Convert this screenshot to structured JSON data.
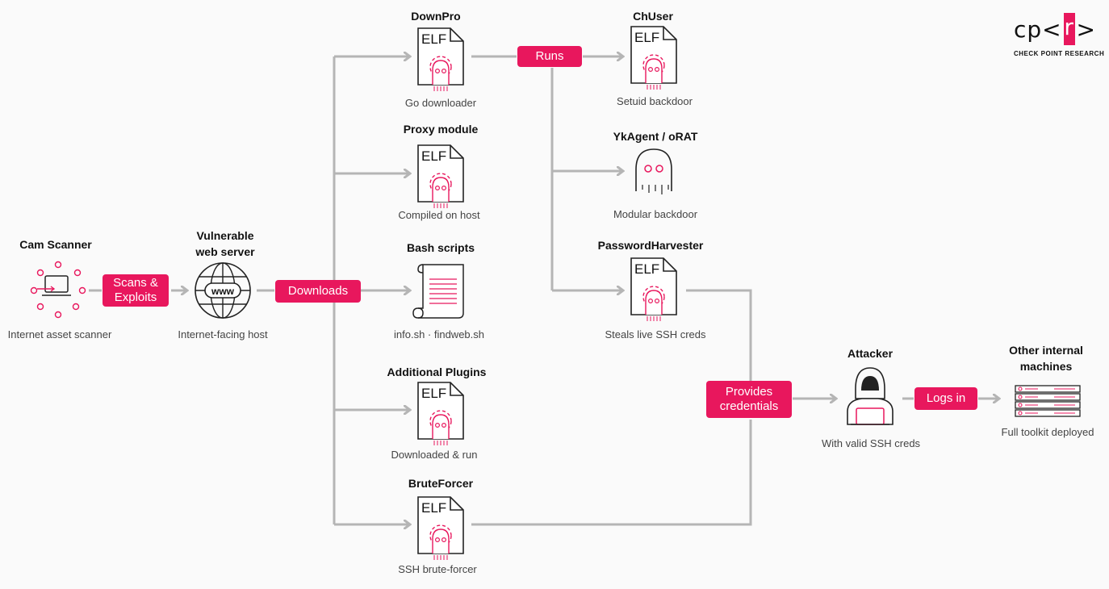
{
  "colors": {
    "accent": "#e8175d",
    "arrow": "#b5b5b5",
    "line": "#222222"
  },
  "logo": {
    "mark_left": "cp<",
    "mark_mid": "r",
    "mark_right": ">",
    "subtitle": "CHECK POINT RESEARCH"
  },
  "nodes": {
    "cam_scanner": {
      "title": "Cam Scanner",
      "caption": "Internet asset scanner",
      "icon": "laptop-scanner-icon"
    },
    "web_server": {
      "title_line1": "Vulnerable",
      "title_line2": "web server",
      "caption": "Internet-facing host",
      "icon": "www-globe-icon",
      "icon_text": "www"
    },
    "downpro": {
      "title": "DownPro",
      "caption": "Go downloader",
      "icon": "elf-file-icon",
      "icon_text": "ELF"
    },
    "proxy": {
      "title": "Proxy module",
      "caption": "Compiled on host",
      "icon": "elf-file-icon",
      "icon_text": "ELF"
    },
    "bash": {
      "title": "Bash scripts",
      "caption": "info.sh · findweb.sh",
      "icon": "script-scroll-icon"
    },
    "plugins": {
      "title": "Additional Plugins",
      "caption": "Downloaded & run",
      "icon": "elf-file-icon",
      "icon_text": "ELF"
    },
    "bruteforcer": {
      "title": "BruteForcer",
      "caption": "SSH brute-forcer",
      "icon": "elf-file-icon",
      "icon_text": "ELF"
    },
    "chuser": {
      "title": "ChUser",
      "caption": "Setuid backdoor",
      "icon": "elf-file-icon",
      "icon_text": "ELF"
    },
    "ykagent": {
      "title": "YkAgent / oRAT",
      "caption": "Modular backdoor",
      "icon": "ghost-icon"
    },
    "harvester": {
      "title": "PasswordHarvester",
      "caption": "Steals live SSH creds",
      "icon": "elf-file-icon",
      "icon_text": "ELF"
    },
    "attacker": {
      "title": "Attacker",
      "caption": "With valid SSH creds",
      "icon": "hooded-hacker-icon"
    },
    "internal": {
      "title_line1": "Other internal",
      "title_line2": "machines",
      "caption": "Full toolkit deployed",
      "icon": "server-stack-icon"
    }
  },
  "edges": {
    "scans": {
      "line1": "Scans &",
      "line2": "Exploits"
    },
    "downloads": {
      "label": "Downloads"
    },
    "runs": {
      "label": "Runs"
    },
    "provides": {
      "line1": "Provides",
      "line2": "credentials"
    },
    "logs_in": {
      "label": "Logs in"
    }
  }
}
